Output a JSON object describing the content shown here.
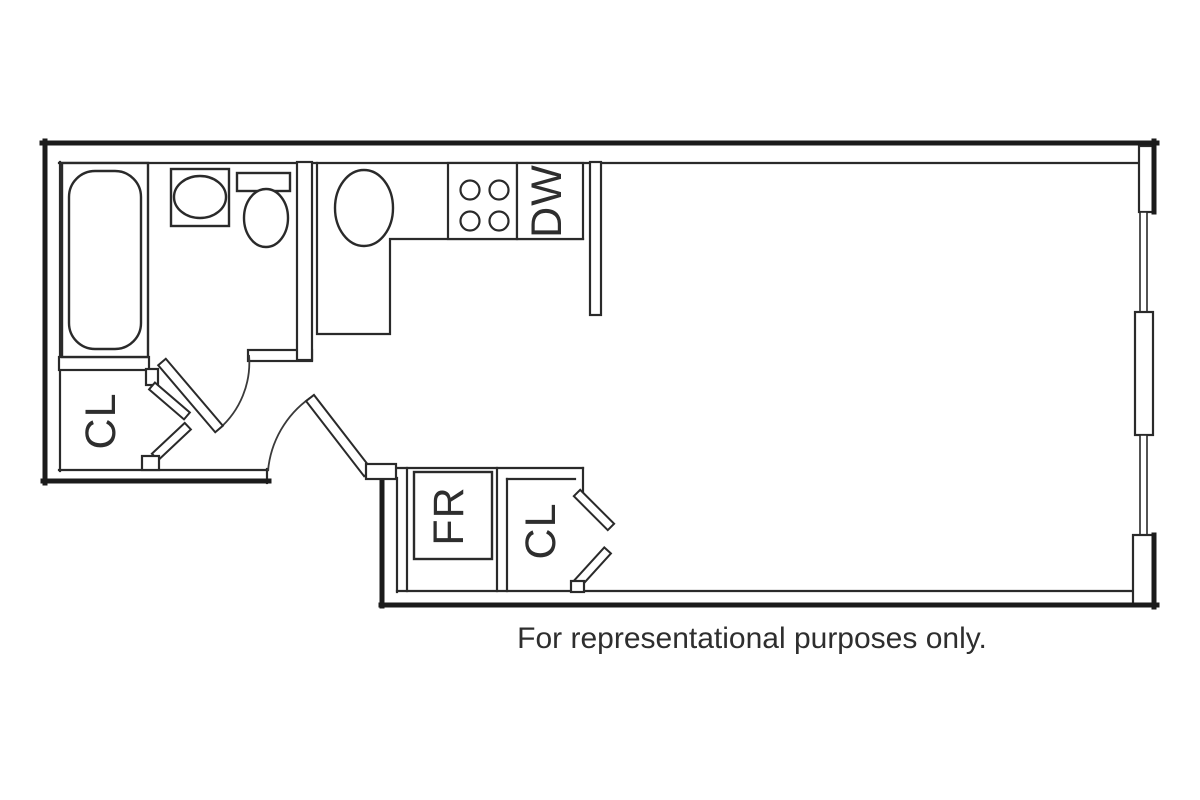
{
  "floorplan": {
    "caption": "For representational purposes only.",
    "labels": {
      "closet_hall": "CL",
      "dishwasher": "DW",
      "refrigerator": "FR",
      "closet_living": "CL"
    },
    "colors": {
      "wall_outer": "#1b1b1b",
      "line": "#2a2a2a",
      "background": "#ffffff",
      "text": "#2e2e2e"
    }
  }
}
